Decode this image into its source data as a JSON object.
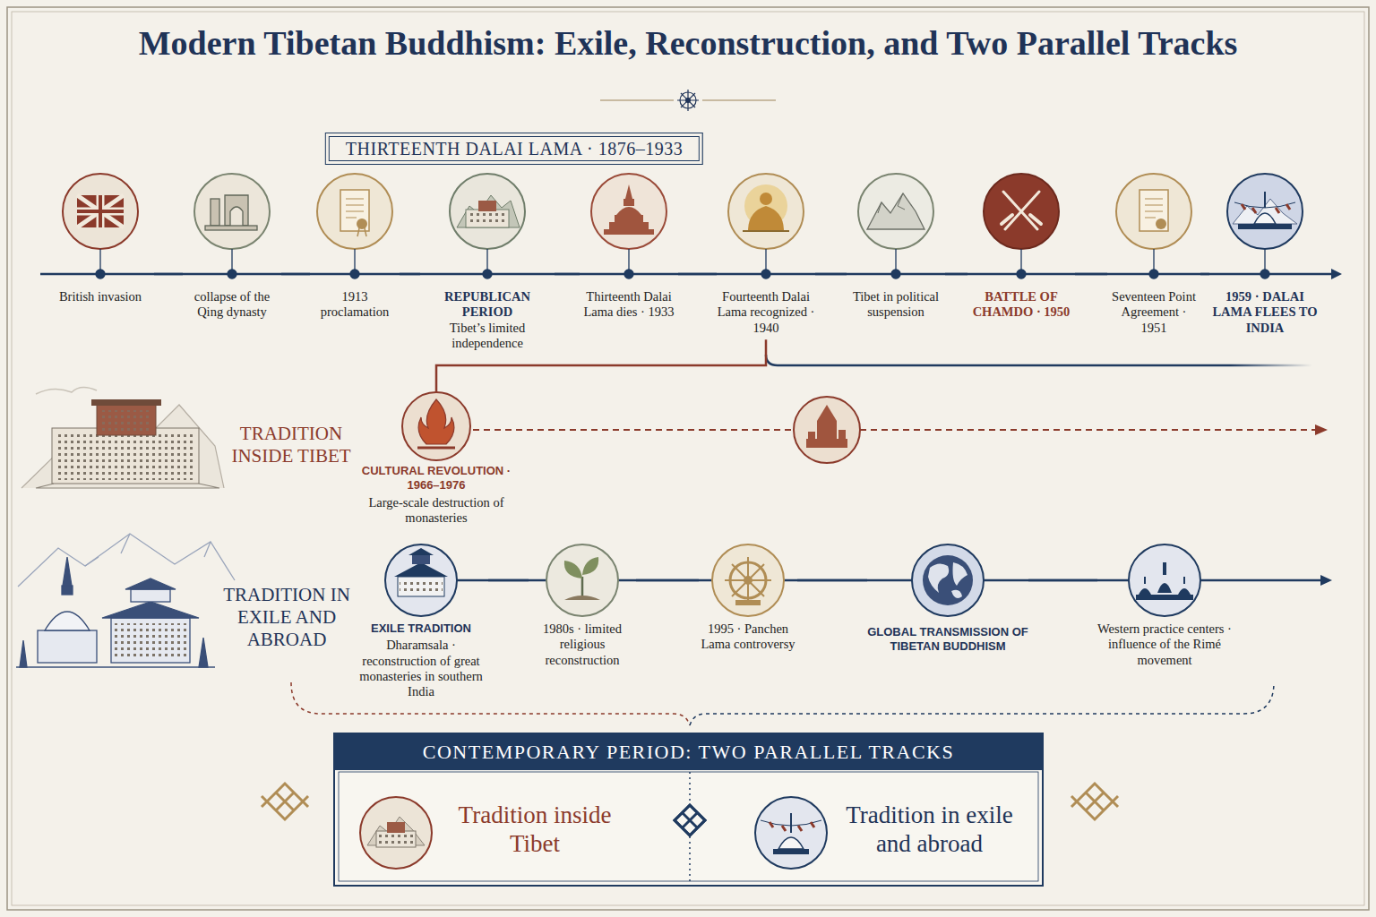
{
  "diagram": {
    "title": "Modern Tibetan Buddhism: Exile, Reconstruction, and Two Parallel Tracks",
    "nodes": [
      {
        "text": [
          "THIRTEENTH DALAI LAMA · 1876–1933"
        ]
      },
      {
        "text": [
          "British invasion"
        ]
      },
      {
        "text": [
          "collapse of the Qing dynasty"
        ]
      },
      {
        "text": [
          "1913 proclamation"
        ]
      },
      {
        "text": [
          "REPUBLICAN PERIOD",
          "Tibet’s limited independence"
        ]
      },
      {
        "text": [
          "Thirteenth Dalai Lama dies · 1933"
        ]
      },
      {
        "text": [
          "Fourteenth Dalai Lama recognized · 1940"
        ]
      },
      {
        "text": [
          "Tibet in political suspension"
        ]
      },
      {
        "text": [
          "BATTLE OF CHAMDO · 1950"
        ]
      },
      {
        "text": [
          "Seventeen Point Agreement · 1951"
        ]
      },
      {
        "text": [
          "1959 · DALAI LAMA FLEES TO INDIA"
        ]
      },
      {
        "text": [
          "CULTURAL REVOLUTION · 1966–1976",
          "Large-scale destruction of monasteries"
        ]
      },
      {
        "text": [
          "EXILE TRADITION",
          "Dharamsala · reconstruction of great monasteries in southern India"
        ]
      },
      {
        "text": [
          "1980s · limited religious reconstruction"
        ]
      },
      {
        "text": [
          "1995 · Panchen Lama controversy"
        ]
      },
      {
        "text": [
          "GLOBAL TRANSMISSION OF TIBETAN BUDDHISM"
        ]
      },
      {
        "text": [
          "Western practice centers · influence of the Rimé movement"
        ]
      },
      {
        "text": [
          "CONTEMPORARY PERIOD: TWO PARALLEL TRACKS"
        ]
      },
      {
        "text": [
          "Tradition inside Tibet"
        ],
        "in": 17
      },
      {
        "text": [
          "Tradition in exile and abroad"
        ],
        "in": 17
      }
    ],
    "edges": [
      {
        "from": 1,
        "to": 2,
        "arrow": "none"
      },
      {
        "from": 2,
        "to": 3,
        "arrow": "none"
      },
      {
        "from": 3,
        "to": 4,
        "arrow": "none"
      },
      {
        "from": 4,
        "to": 5,
        "arrow": "none"
      },
      {
        "from": 5,
        "to": 6,
        "arrow": "none"
      },
      {
        "from": 6,
        "to": 7,
        "arrow": "none"
      },
      {
        "from": 7,
        "to": 8,
        "arrow": "none"
      },
      {
        "from": 8,
        "to": 9,
        "arrow": "none"
      },
      {
        "from": 9,
        "to": 10,
        "arrow": "none"
      },
      {
        "from": 6,
        "to": 11,
        "arrow": "none"
      },
      {
        "from": 12,
        "to": 13,
        "arrow": "none"
      },
      {
        "from": 13,
        "to": 14,
        "arrow": "none"
      },
      {
        "from": 14,
        "to": 15,
        "arrow": "none"
      },
      {
        "from": 15,
        "to": 16,
        "arrow": "none"
      }
    ],
    "labels": [
      "TRADITION INSIDE TIBET",
      "TRADITION IN EXILE AND ABROAD"
    ]
  }
}
